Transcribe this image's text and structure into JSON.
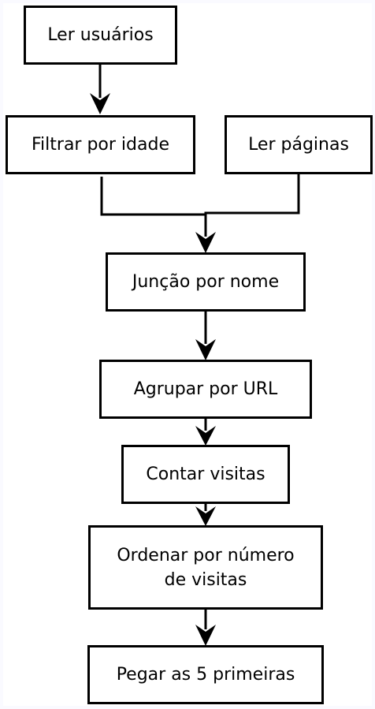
{
  "diagram": {
    "nodes": [
      {
        "id": "ler_usuarios",
        "label": "Ler usuários"
      },
      {
        "id": "filtrar_idade",
        "label": "Filtrar por idade"
      },
      {
        "id": "ler_paginas",
        "label": "Ler páginas"
      },
      {
        "id": "juncao_nome",
        "label": "Junção por nome"
      },
      {
        "id": "agrupar_url",
        "label": "Agrupar por URL"
      },
      {
        "id": "contar_visitas",
        "label": "Contar visitas"
      },
      {
        "id": "ordenar_visitas",
        "label": "Ordenar por número\nde visitas"
      },
      {
        "id": "pegar_5",
        "label": "Pegar as 5 primeiras"
      }
    ],
    "edges": [
      {
        "from": "ler_usuarios",
        "to": "filtrar_idade"
      },
      {
        "from": "filtrar_idade",
        "to": "juncao_nome"
      },
      {
        "from": "ler_paginas",
        "to": "juncao_nome"
      },
      {
        "from": "juncao_nome",
        "to": "agrupar_url"
      },
      {
        "from": "agrupar_url",
        "to": "contar_visitas"
      },
      {
        "from": "contar_visitas",
        "to": "ordenar_visitas"
      },
      {
        "from": "ordenar_visitas",
        "to": "pegar_5"
      }
    ],
    "colors": {
      "stroke": "#000000",
      "fill": "#ffffff",
      "background": "#ffffff"
    }
  }
}
